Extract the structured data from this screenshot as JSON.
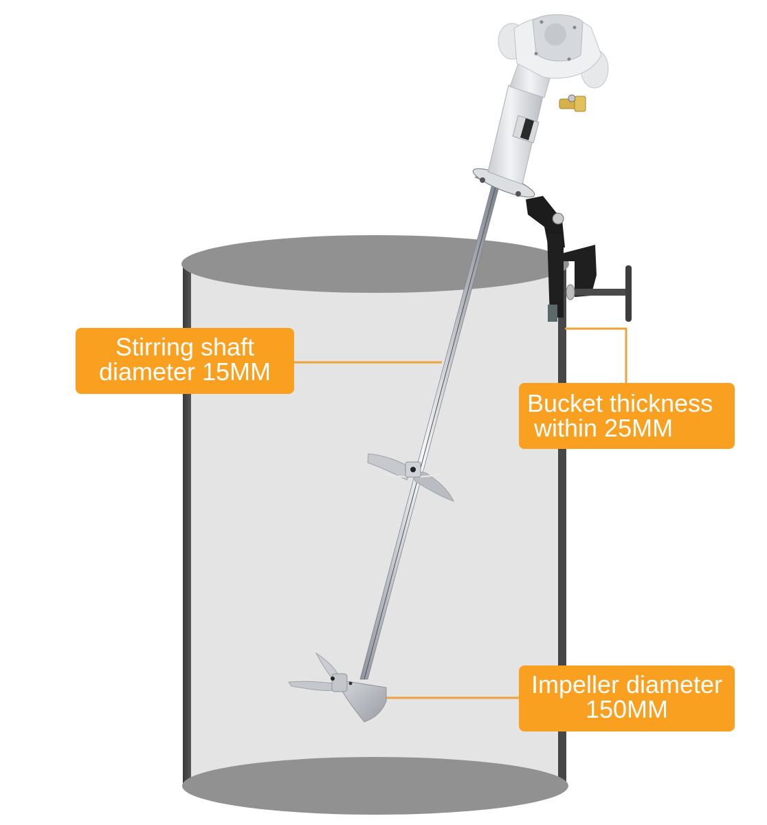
{
  "diagram": {
    "subject": "Pneumatic drum mixer with clamp mount",
    "colors": {
      "callout_bg": "#f9a020",
      "callout_text": "#ffffff",
      "leader_line": "#f0a23a",
      "bucket_body": "#e4e4e4",
      "bucket_wall": "#474747",
      "bucket_ellipse": "#919191",
      "shaft": "#b7bcc4",
      "clamp": "#1c1c1c"
    },
    "callouts": [
      {
        "id": "shaft",
        "line1": "Stirring shaft",
        "line2": "diameter 15MM"
      },
      {
        "id": "bucket",
        "line1": "Bucket thickness",
        "line2": "within 25MM"
      },
      {
        "id": "impeller",
        "line1": "Impeller diameter",
        "line2": "150MM"
      }
    ]
  }
}
